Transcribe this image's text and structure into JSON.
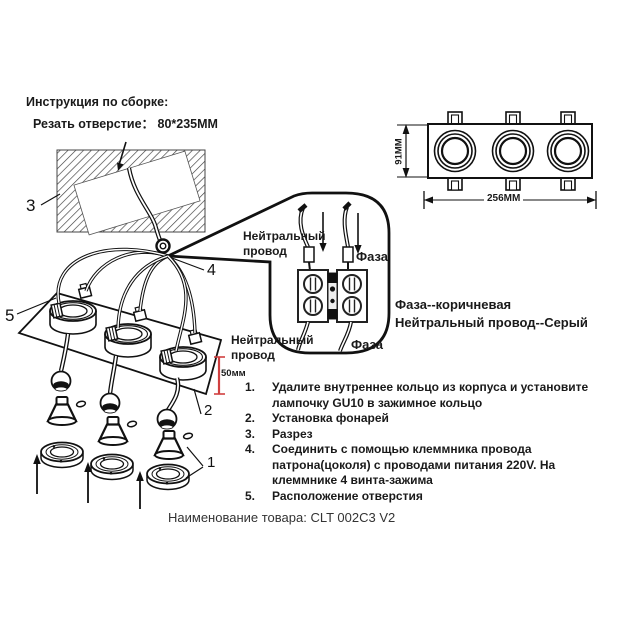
{
  "header": {
    "title": "Инструкция по сборке:",
    "cut_line": "Резать отверстие： 80*235MM"
  },
  "fixture": {
    "height_dim": "91MM",
    "width_dim": "256MM"
  },
  "assembly": {
    "depth_dim": "50мм",
    "callouts": {
      "c1": "1",
      "c2": "2",
      "c3": "3",
      "c4": "4",
      "c5": "5"
    }
  },
  "wiring": {
    "neutral_top": "Нейтральный\nпровод",
    "phase_top": "Фаза",
    "neutral_bottom": "Нейтральный\nпровод",
    "phase_bottom": "Фаза",
    "phase_note": "Фаза--коричневая",
    "neutral_note": "Нейтральный провод--Серый"
  },
  "steps": [
    {
      "num": "1.",
      "text": "Удалите внутреннее кольцо из корпуса и установите\nлампочку GU10 в зажимное кольцо"
    },
    {
      "num": "2.",
      "text": "Установка фонарей"
    },
    {
      "num": "3.",
      "text": "Разрез"
    },
    {
      "num": "4.",
      "text": "Соединить с помощью клеммника провода\nпатрона(цоколя) с проводами питания 220V. На\nклеммнике 4 винта-зажима"
    },
    {
      "num": "5.",
      "text": "Расположение отверстия"
    }
  ],
  "footer": {
    "product_name": "Наименование товара: CLT 002C3 V2"
  },
  "colors": {
    "line": "#1a1a1a",
    "dimension_red": "#d04040"
  }
}
